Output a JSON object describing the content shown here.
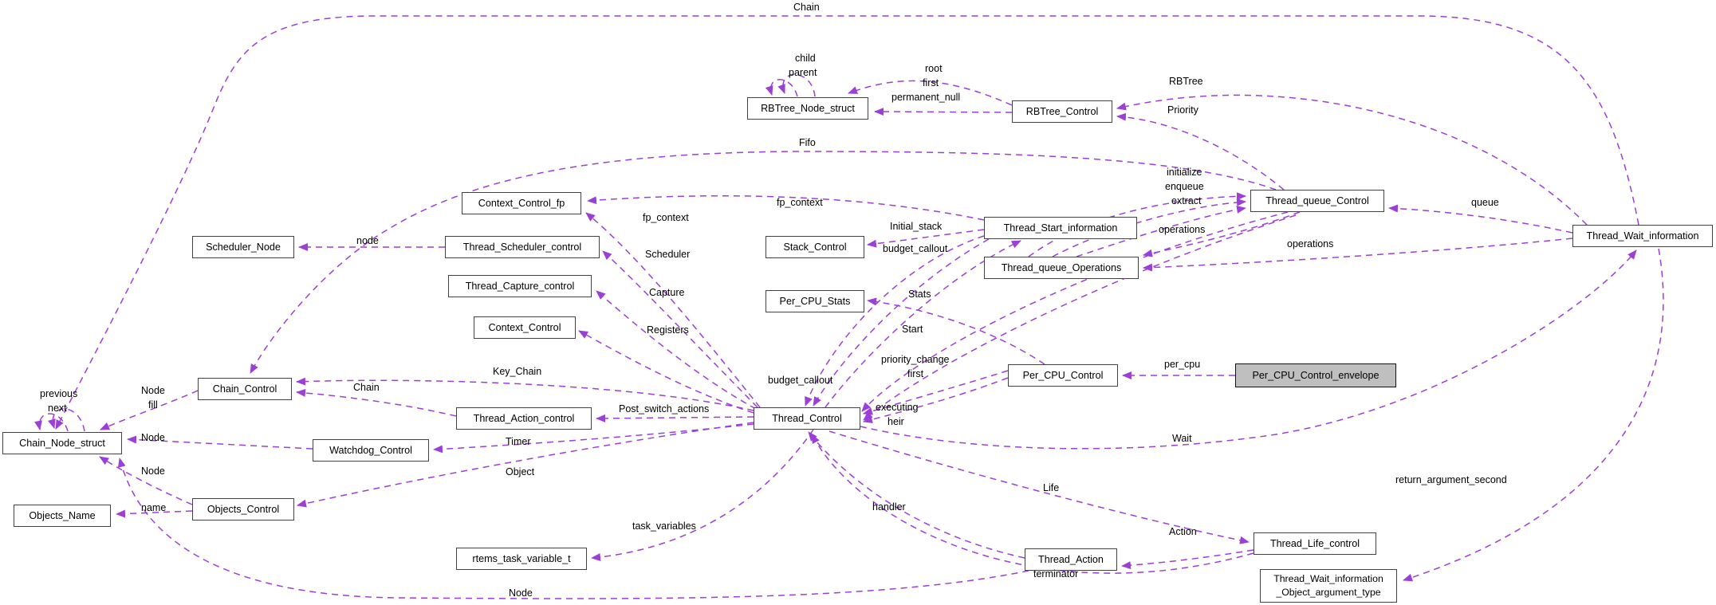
{
  "diagram": {
    "type": "doxygen-collaboration-graph",
    "highlighted_node": "Per_CPU_Control_envelope",
    "colors": {
      "edge": "#9c3fd6",
      "node_border": "#424242",
      "node_fill": "#ffffff",
      "highlight_fill": "#bfbfbf",
      "background": "#ffffff",
      "label_text": "#000000"
    },
    "nodes": [
      {
        "id": "rbtree-node-struct",
        "label": "RBTree_Node_struct"
      },
      {
        "id": "rbtree-control",
        "label": "RBTree_Control"
      },
      {
        "id": "context-control-fp",
        "label": "Context_Control_fp"
      },
      {
        "id": "scheduler-node",
        "label": "Scheduler_Node"
      },
      {
        "id": "thread-scheduler-control",
        "label": "Thread_Scheduler_control"
      },
      {
        "id": "stack-control",
        "label": "Stack_Control"
      },
      {
        "id": "thread-start-information",
        "label": "Thread_Start_information"
      },
      {
        "id": "thread-queue-operations",
        "label": "Thread_queue_Operations"
      },
      {
        "id": "thread-queue-control",
        "label": "Thread_queue_Control"
      },
      {
        "id": "thread-wait-information",
        "label": "Thread_Wait_information"
      },
      {
        "id": "thread-capture-control",
        "label": "Thread_Capture_control"
      },
      {
        "id": "per-cpu-stats",
        "label": "Per_CPU_Stats"
      },
      {
        "id": "context-control",
        "label": "Context_Control"
      },
      {
        "id": "per-cpu-control",
        "label": "Per_CPU_Control"
      },
      {
        "id": "per-cpu-control-envelope",
        "label": "Per_CPU_Control_envelope",
        "highlighted": true
      },
      {
        "id": "chain-control",
        "label": "Chain_Control"
      },
      {
        "id": "thread-action-control",
        "label": "Thread_Action_control"
      },
      {
        "id": "thread-control",
        "label": "Thread_Control"
      },
      {
        "id": "chain-node-struct",
        "label": "Chain_Node_struct"
      },
      {
        "id": "watchdog-control",
        "label": "Watchdog_Control"
      },
      {
        "id": "objects-name",
        "label": "Objects_Name"
      },
      {
        "id": "objects-control",
        "label": "Objects_Control"
      },
      {
        "id": "rtems-task-variable-t",
        "label": "rtems_task_variable_t"
      },
      {
        "id": "thread-action",
        "label": "Thread_Action"
      },
      {
        "id": "thread-life-control",
        "label": "Thread_Life_control"
      },
      {
        "id": "thread-wait-information-object-argument-type",
        "label": "Thread_Wait_information",
        "label2": "_Object_argument_type"
      }
    ],
    "edge_labels": [
      {
        "text": "Chain"
      },
      {
        "text": "child"
      },
      {
        "text": "parent"
      },
      {
        "text": "root"
      },
      {
        "text": "first"
      },
      {
        "text": "permanent_null"
      },
      {
        "text": "RBTree"
      },
      {
        "text": "Priority"
      },
      {
        "text": "Fifo"
      },
      {
        "text": "initialize"
      },
      {
        "text": "enqueue"
      },
      {
        "text": "extract"
      },
      {
        "text": "queue"
      },
      {
        "text": "fp_context"
      },
      {
        "text": "fp_context"
      },
      {
        "text": "Initial_stack"
      },
      {
        "text": "budget_callout"
      },
      {
        "text": "operations"
      },
      {
        "text": "operations"
      },
      {
        "text": "node"
      },
      {
        "text": "Scheduler"
      },
      {
        "text": "Capture"
      },
      {
        "text": "Registers"
      },
      {
        "text": "Stats"
      },
      {
        "text": "Start"
      },
      {
        "text": "priority_change"
      },
      {
        "text": "first"
      },
      {
        "text": "per_cpu"
      },
      {
        "text": "budget_callout"
      },
      {
        "text": "executing"
      },
      {
        "text": "heir"
      },
      {
        "text": "Wait"
      },
      {
        "text": "Key_Chain"
      },
      {
        "text": "previous"
      },
      {
        "text": "next"
      },
      {
        "text": "Node"
      },
      {
        "text": "fill"
      },
      {
        "text": "Chain"
      },
      {
        "text": "Post_switch_actions"
      },
      {
        "text": "Node"
      },
      {
        "text": "Timer"
      },
      {
        "text": "Node"
      },
      {
        "text": "Object"
      },
      {
        "text": "name"
      },
      {
        "text": "Life"
      },
      {
        "text": "task_variables"
      },
      {
        "text": "handler"
      },
      {
        "text": "Action"
      },
      {
        "text": "terminator"
      },
      {
        "text": "return_argument_second"
      },
      {
        "text": "Node"
      }
    ],
    "edges": [
      {
        "from": "Thread_Wait_information",
        "to": "Chain_Node_struct",
        "label": "Chain"
      },
      {
        "from": "RBTree_Node_struct",
        "to": "RBTree_Node_struct",
        "label": "child"
      },
      {
        "from": "RBTree_Node_struct",
        "to": "RBTree_Node_struct",
        "label": "parent"
      },
      {
        "from": "RBTree_Control",
        "to": "RBTree_Node_struct",
        "label": "root first permanent_null"
      },
      {
        "from": "Thread_Wait_information",
        "to": "RBTree_Control",
        "label": "RBTree"
      },
      {
        "from": "Thread_queue_Control",
        "to": "RBTree_Control",
        "label": "Priority"
      },
      {
        "from": "Thread_queue_Control",
        "to": "Chain_Control",
        "label": "Fifo"
      },
      {
        "from": "Thread_queue_Operations",
        "to": "Thread_queue_Control",
        "label": "initialize enqueue extract"
      },
      {
        "from": "Thread_Wait_information",
        "to": "Thread_queue_Control",
        "label": "queue"
      },
      {
        "from": "Thread_queue_Control",
        "to": "Thread_queue_Operations",
        "label": "operations"
      },
      {
        "from": "Thread_Wait_information",
        "to": "Thread_queue_Operations",
        "label": "operations"
      },
      {
        "from": "Thread_Start_information",
        "to": "Stack_Control",
        "label": "Initial_stack"
      },
      {
        "from": "Thread_Start_information",
        "to": "Context_Control_fp",
        "label": "fp_context"
      },
      {
        "from": "Thread_Control",
        "to": "Context_Control_fp",
        "label": "fp_context"
      },
      {
        "from": "Thread_Start_information",
        "to": "Thread_Control",
        "label": "budget_callout"
      },
      {
        "from": "Thread_Scheduler_control",
        "to": "Scheduler_Node",
        "label": "node"
      },
      {
        "from": "Thread_Control",
        "to": "Thread_Scheduler_control",
        "label": "Scheduler"
      },
      {
        "from": "Thread_Control",
        "to": "Thread_Capture_control",
        "label": "Capture"
      },
      {
        "from": "Thread_Control",
        "to": "Context_Control",
        "label": "Registers"
      },
      {
        "from": "Per_CPU_Control",
        "to": "Per_CPU_Stats",
        "label": "Stats"
      },
      {
        "from": "Thread_Control",
        "to": "Thread_Start_information",
        "label": "Start"
      },
      {
        "from": "Thread_queue_Control",
        "to": "Thread_Control",
        "label": "priority_change first"
      },
      {
        "from": "Per_CPU_Control_envelope",
        "to": "Per_CPU_Control",
        "label": "per_cpu"
      },
      {
        "from": "Per_CPU_Control",
        "to": "Thread_Control",
        "label": "executing heir"
      },
      {
        "from": "Thread_Control",
        "to": "Thread_Wait_information",
        "label": "Wait"
      },
      {
        "from": "Thread_Control",
        "to": "Chain_Control",
        "label": "Key_Chain"
      },
      {
        "from": "Thread_Action_control",
        "to": "Chain_Control",
        "label": "Chain"
      },
      {
        "from": "Chain_Node_struct",
        "to": "Chain_Node_struct",
        "label": "previous next"
      },
      {
        "from": "Chain_Control",
        "to": "Chain_Node_struct",
        "label": "Node fill"
      },
      {
        "from": "Thread_Control",
        "to": "Thread_Action_control",
        "label": "Post_switch_actions"
      },
      {
        "from": "Watchdog_Control",
        "to": "Chain_Node_struct",
        "label": "Node"
      },
      {
        "from": "Thread_Control",
        "to": "Watchdog_Control",
        "label": "Timer"
      },
      {
        "from": "Objects_Control",
        "to": "Chain_Node_struct",
        "label": "Node"
      },
      {
        "from": "Thread_Control",
        "to": "Objects_Control",
        "label": "Object"
      },
      {
        "from": "Objects_Control",
        "to": "Objects_Name",
        "label": "name"
      },
      {
        "from": "Thread_Control",
        "to": "Thread_Life_control",
        "label": "Life"
      },
      {
        "from": "Thread_Control",
        "to": "rtems_task_variable_t",
        "label": "task_variables"
      },
      {
        "from": "Thread_Life_control",
        "to": "Thread_Action",
        "label": "Action"
      },
      {
        "from": "Thread_Action",
        "to": "Thread_Control",
        "label": "handler"
      },
      {
        "from": "Thread_Life_control",
        "to": "Thread_Control",
        "label": "terminator"
      },
      {
        "from": "Thread_Wait_information",
        "to": "Thread_Wait_information_Object_argument_type",
        "label": "return_argument_second"
      },
      {
        "from": "Thread_Action",
        "to": "Chain_Node_struct",
        "label": "Node"
      }
    ]
  }
}
